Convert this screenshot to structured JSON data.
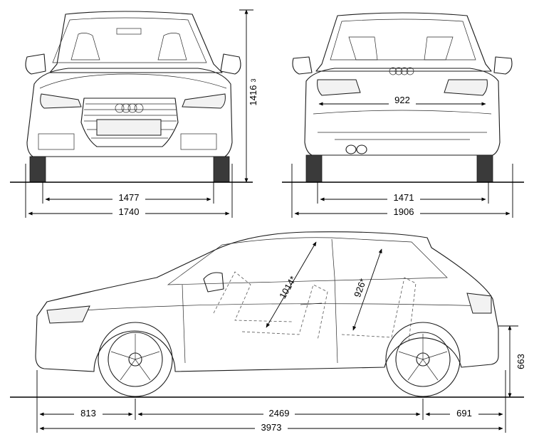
{
  "dimensions": {
    "front_track": "1477",
    "overall_width": "1740",
    "rear_track": "1471",
    "width_incl_mirrors": "1906",
    "height": "1416",
    "height_sup": "3",
    "rear_interior_width": "922",
    "front_overhang": "813",
    "wheelbase": "2469",
    "rear_overhang": "691",
    "overall_length": "3973",
    "loading_height": "663",
    "front_headroom": "1014*",
    "rear_headroom": "926*"
  },
  "colors": {
    "line": "#1b1b1b",
    "background": "#ffffff"
  },
  "icons": [
    "four-rings-logo"
  ]
}
